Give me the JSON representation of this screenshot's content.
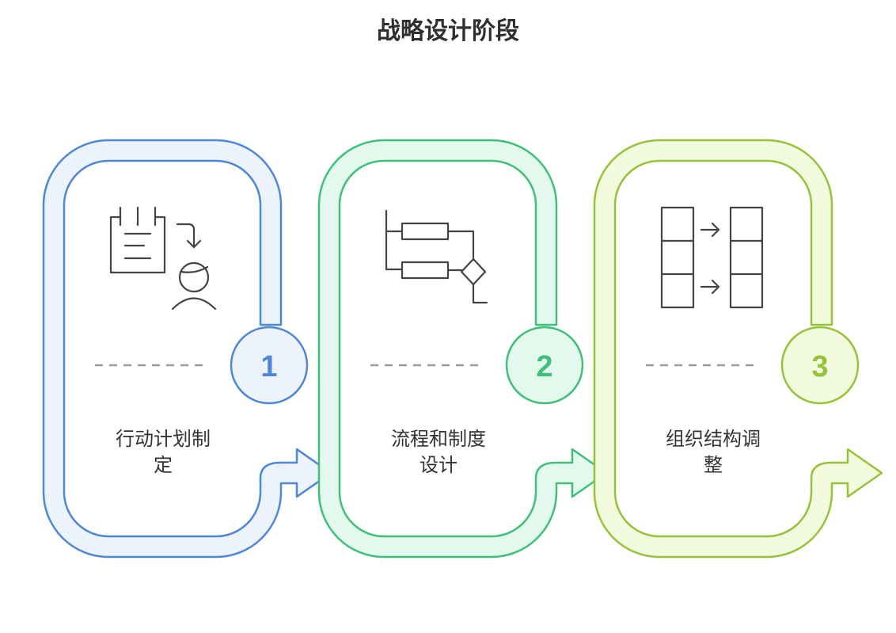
{
  "title": "战略设计阶段",
  "steps": [
    {
      "number": "1",
      "label_lines": [
        "行动计划制",
        "定"
      ],
      "icon": "planning-person-icon",
      "stroke": "#4f87d6",
      "fill": "#edf3fc",
      "num_color": "#4f87d6"
    },
    {
      "number": "2",
      "label_lines": [
        "流程和制度",
        "设计"
      ],
      "icon": "process-flowchart-icon",
      "stroke": "#3fbf78",
      "fill": "#e3f9ed",
      "num_color": "#3fbf78"
    },
    {
      "number": "3",
      "label_lines": [
        "组织结构调",
        "整"
      ],
      "icon": "org-structure-icon",
      "stroke": "#96c23a",
      "fill": "#f3fbdf",
      "num_color": "#96c23a"
    }
  ]
}
